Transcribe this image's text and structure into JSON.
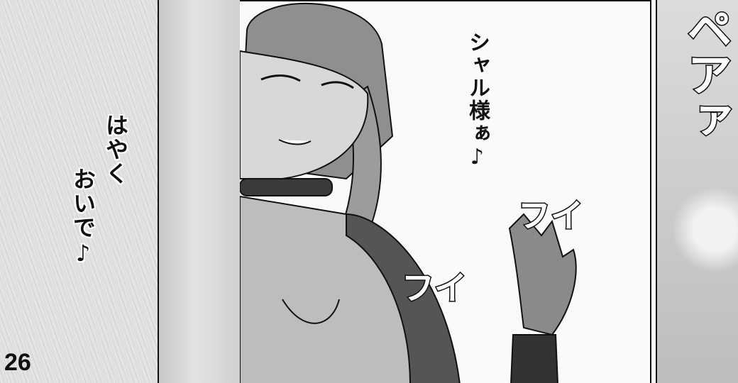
{
  "page_number": "26",
  "left_dialogue": {
    "line1": "はやく",
    "line2": "おいで♪"
  },
  "center_dialogue": "シャル様ぁ♪",
  "sfx_right": "ペアァ",
  "sfx_wave_top": "フイ",
  "sfx_wave_bottom": "フイ"
}
